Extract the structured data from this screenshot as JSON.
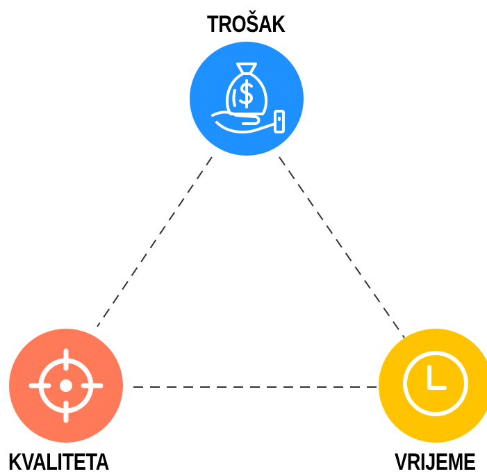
{
  "nodes": {
    "cost": {
      "label": "TROŠAK",
      "color": "#1E90FF",
      "icon": "money-bag-hand-icon"
    },
    "quality": {
      "label": "KVALITETA",
      "color": "#FF7A59",
      "icon": "crosshair-target-icon"
    },
    "time": {
      "label": "VRIJEME",
      "color": "#FFC300",
      "icon": "clock-icon"
    }
  },
  "connector_style": "dashed"
}
